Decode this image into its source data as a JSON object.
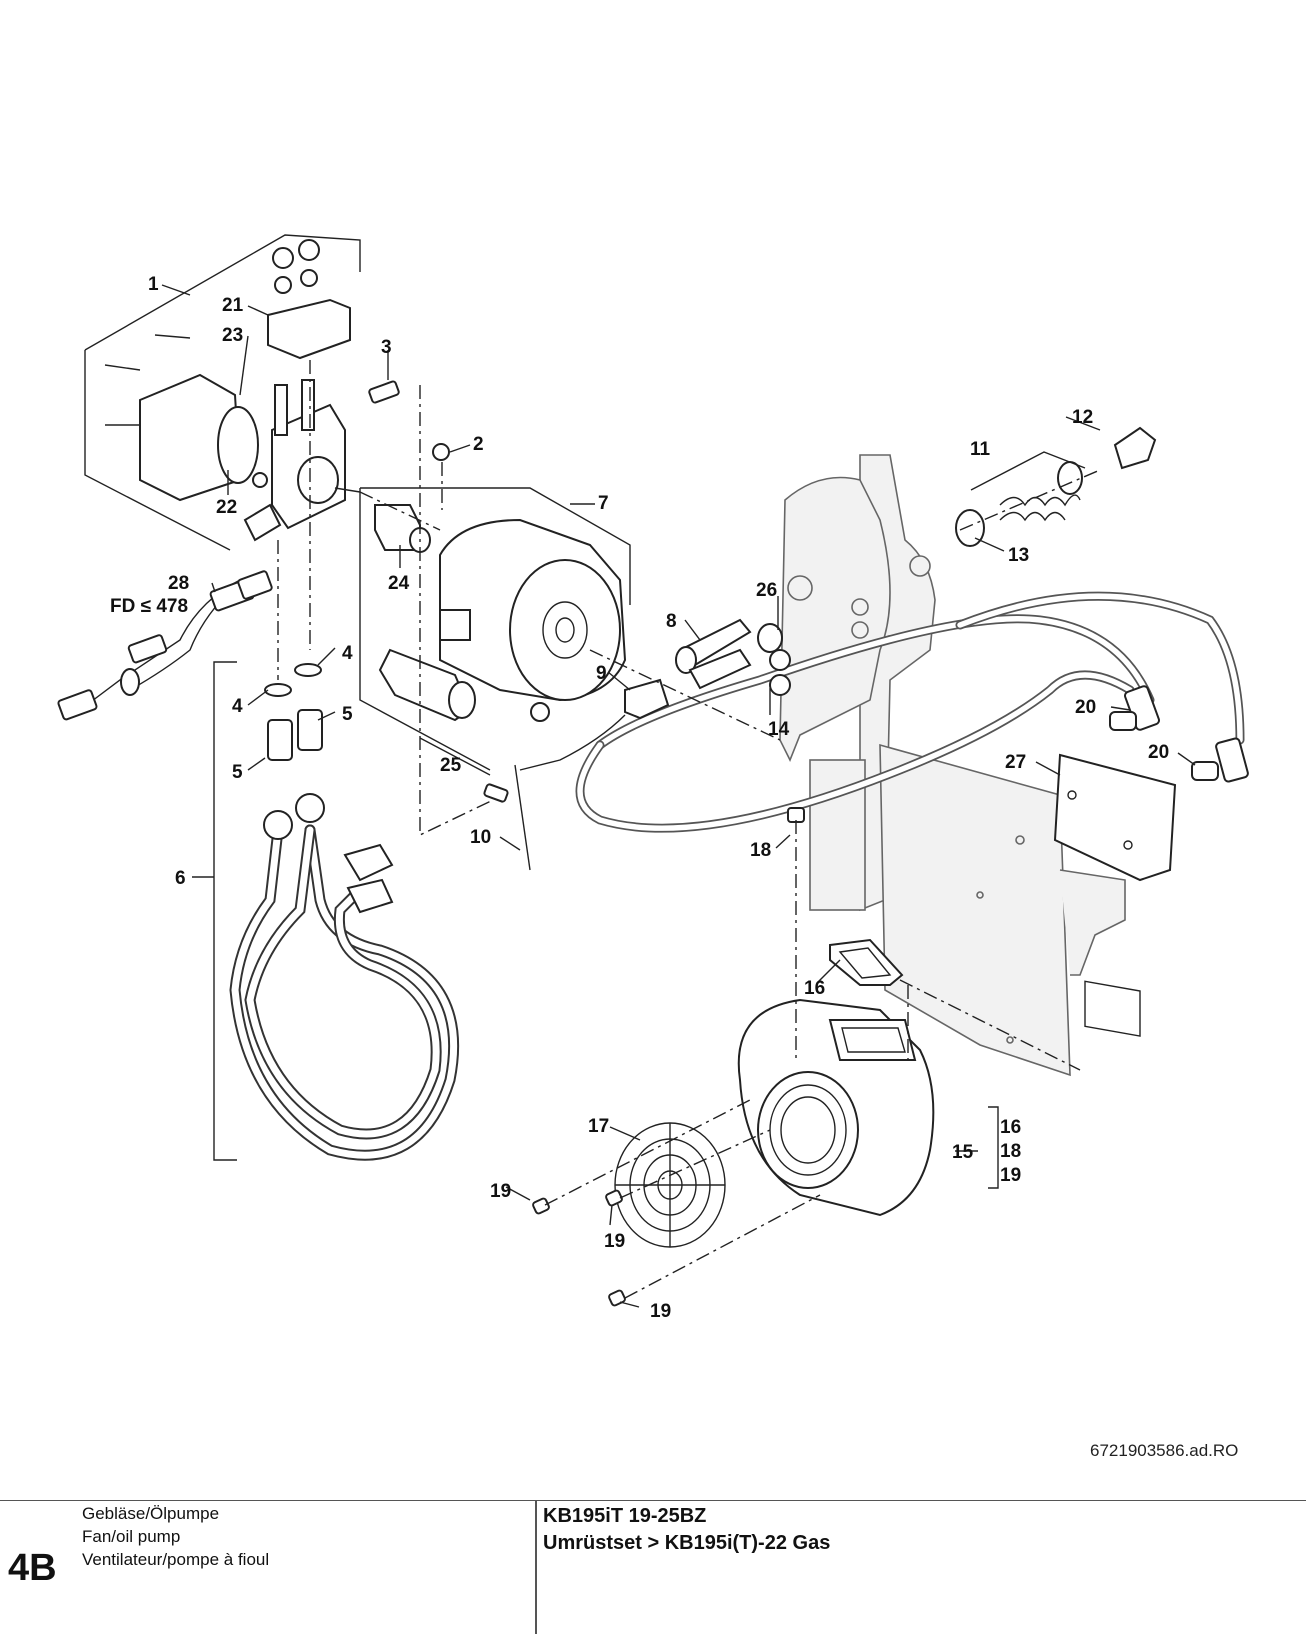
{
  "callouts": [
    {
      "id": "c1",
      "label": "1"
    },
    {
      "id": "c21",
      "label": "21"
    },
    {
      "id": "c23",
      "label": "23"
    },
    {
      "id": "c3",
      "label": "3"
    },
    {
      "id": "c2",
      "label": "2"
    },
    {
      "id": "c22",
      "label": "22"
    },
    {
      "id": "c7",
      "label": "7"
    },
    {
      "id": "c24",
      "label": "24"
    },
    {
      "id": "c28",
      "label": "28"
    },
    {
      "id": "cfd",
      "label": "FD ≤ 478"
    },
    {
      "id": "c11",
      "label": "11"
    },
    {
      "id": "c12",
      "label": "12"
    },
    {
      "id": "c13",
      "label": "13"
    },
    {
      "id": "c26",
      "label": "26"
    },
    {
      "id": "c8",
      "label": "8"
    },
    {
      "id": "c9",
      "label": "9"
    },
    {
      "id": "c14",
      "label": "14"
    },
    {
      "id": "c4a",
      "label": "4"
    },
    {
      "id": "c4b",
      "label": "4"
    },
    {
      "id": "c5a",
      "label": "5"
    },
    {
      "id": "c5b",
      "label": "5"
    },
    {
      "id": "c25",
      "label": "25"
    },
    {
      "id": "c20a",
      "label": "20"
    },
    {
      "id": "c20b",
      "label": "20"
    },
    {
      "id": "c27",
      "label": "27"
    },
    {
      "id": "c6",
      "label": "6"
    },
    {
      "id": "c10",
      "label": "10"
    },
    {
      "id": "c18",
      "label": "18"
    },
    {
      "id": "c16",
      "label": "16"
    },
    {
      "id": "c17",
      "label": "17"
    },
    {
      "id": "c15",
      "label": "15"
    },
    {
      "id": "c15s16",
      "label": "16"
    },
    {
      "id": "c15s18",
      "label": "18"
    },
    {
      "id": "c15s19",
      "label": "19"
    },
    {
      "id": "c19a",
      "label": "19"
    },
    {
      "id": "c19b",
      "label": "19"
    },
    {
      "id": "c19c",
      "label": "19"
    }
  ],
  "drawing_number": "6721903586.ad.RO",
  "footer": {
    "section_number": "4B",
    "descriptions": [
      "Gebläse/Ölpumpe",
      "Fan/oil pump",
      "Ventilateur/pompe à fioul"
    ],
    "model_line_1": "KB195iT 19-25BZ",
    "model_line_2": "Umrüstset > KB195i(T)-22 Gas"
  }
}
